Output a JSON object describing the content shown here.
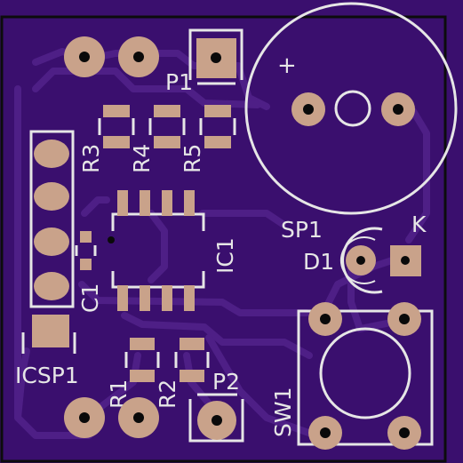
{
  "board": {
    "background": "#3a0f6e",
    "trace_color": "#4e1f86",
    "pad_color": "#c9a28a",
    "silk_color": "#e6e6e6"
  },
  "labels": {
    "p1": "P1",
    "p2": "P2",
    "r1": "R1",
    "r2": "R2",
    "r3": "R3",
    "r4": "R4",
    "r5": "R5",
    "c1": "C1",
    "ic1": "IC1",
    "icsp1": "ICSP1",
    "sp1": "SP1",
    "d1": "D1",
    "k": "K",
    "sw1": "SW1",
    "plus": "+"
  }
}
